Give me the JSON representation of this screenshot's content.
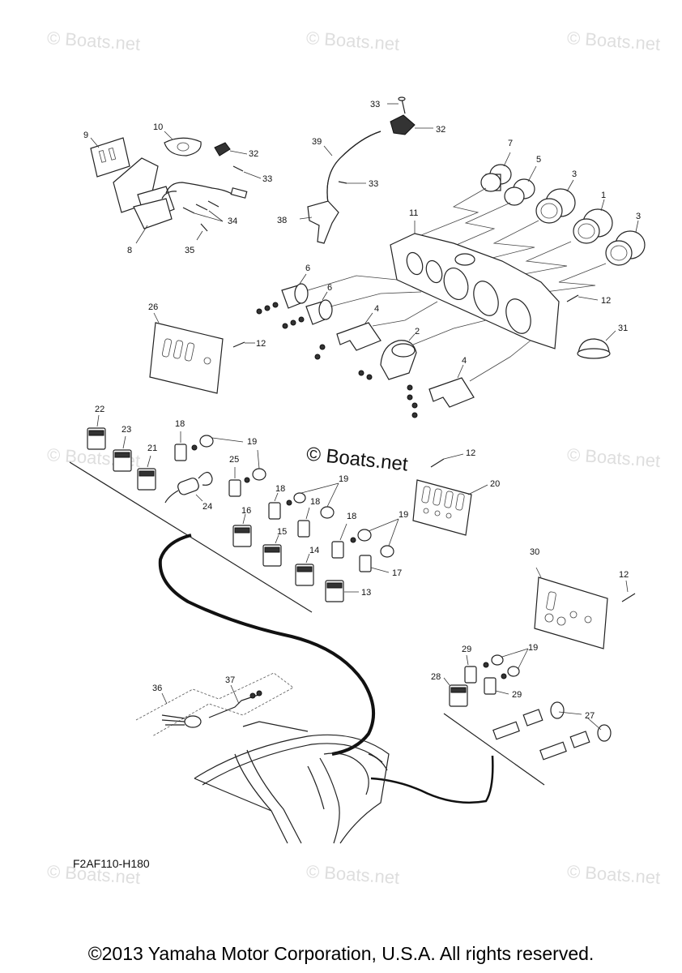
{
  "watermark": "© Boats.net",
  "center_watermark": "© Boats.net",
  "diagram_code": "F2AF110-H180",
  "copyright": "©2013 Yamaha Motor Corporation, U.S.A. All rights reserved.",
  "callouts": {
    "c1": "1",
    "c2": "2",
    "c3a": "3",
    "c3b": "3",
    "c4a": "4",
    "c4b": "4",
    "c5": "5",
    "c6a": "6",
    "c6b": "6",
    "c7": "7",
    "c8": "8",
    "c9": "9",
    "c10": "10",
    "c11": "11",
    "c12a": "12",
    "c12b": "12",
    "c12c": "12",
    "c12d": "12",
    "c13": "13",
    "c14": "14",
    "c15": "15",
    "c16": "16",
    "c17": "17",
    "c18a": "18",
    "c18b": "18",
    "c18c": "18",
    "c18d": "18",
    "c19a": "19",
    "c19b": "19",
    "c19c": "19",
    "c19d": "19",
    "c20": "20",
    "c21": "21",
    "c22": "22",
    "c23": "23",
    "c24": "24",
    "c25": "25",
    "c26": "26",
    "c27": "27",
    "c28": "28",
    "c29a": "29",
    "c29b": "29",
    "c30": "30",
    "c31": "31",
    "c32a": "32",
    "c32b": "32",
    "c33a": "33",
    "c33b": "33",
    "c33c": "33",
    "c34": "34",
    "c35": "35",
    "c36": "36",
    "c37": "37",
    "c38": "38",
    "c39": "39"
  }
}
